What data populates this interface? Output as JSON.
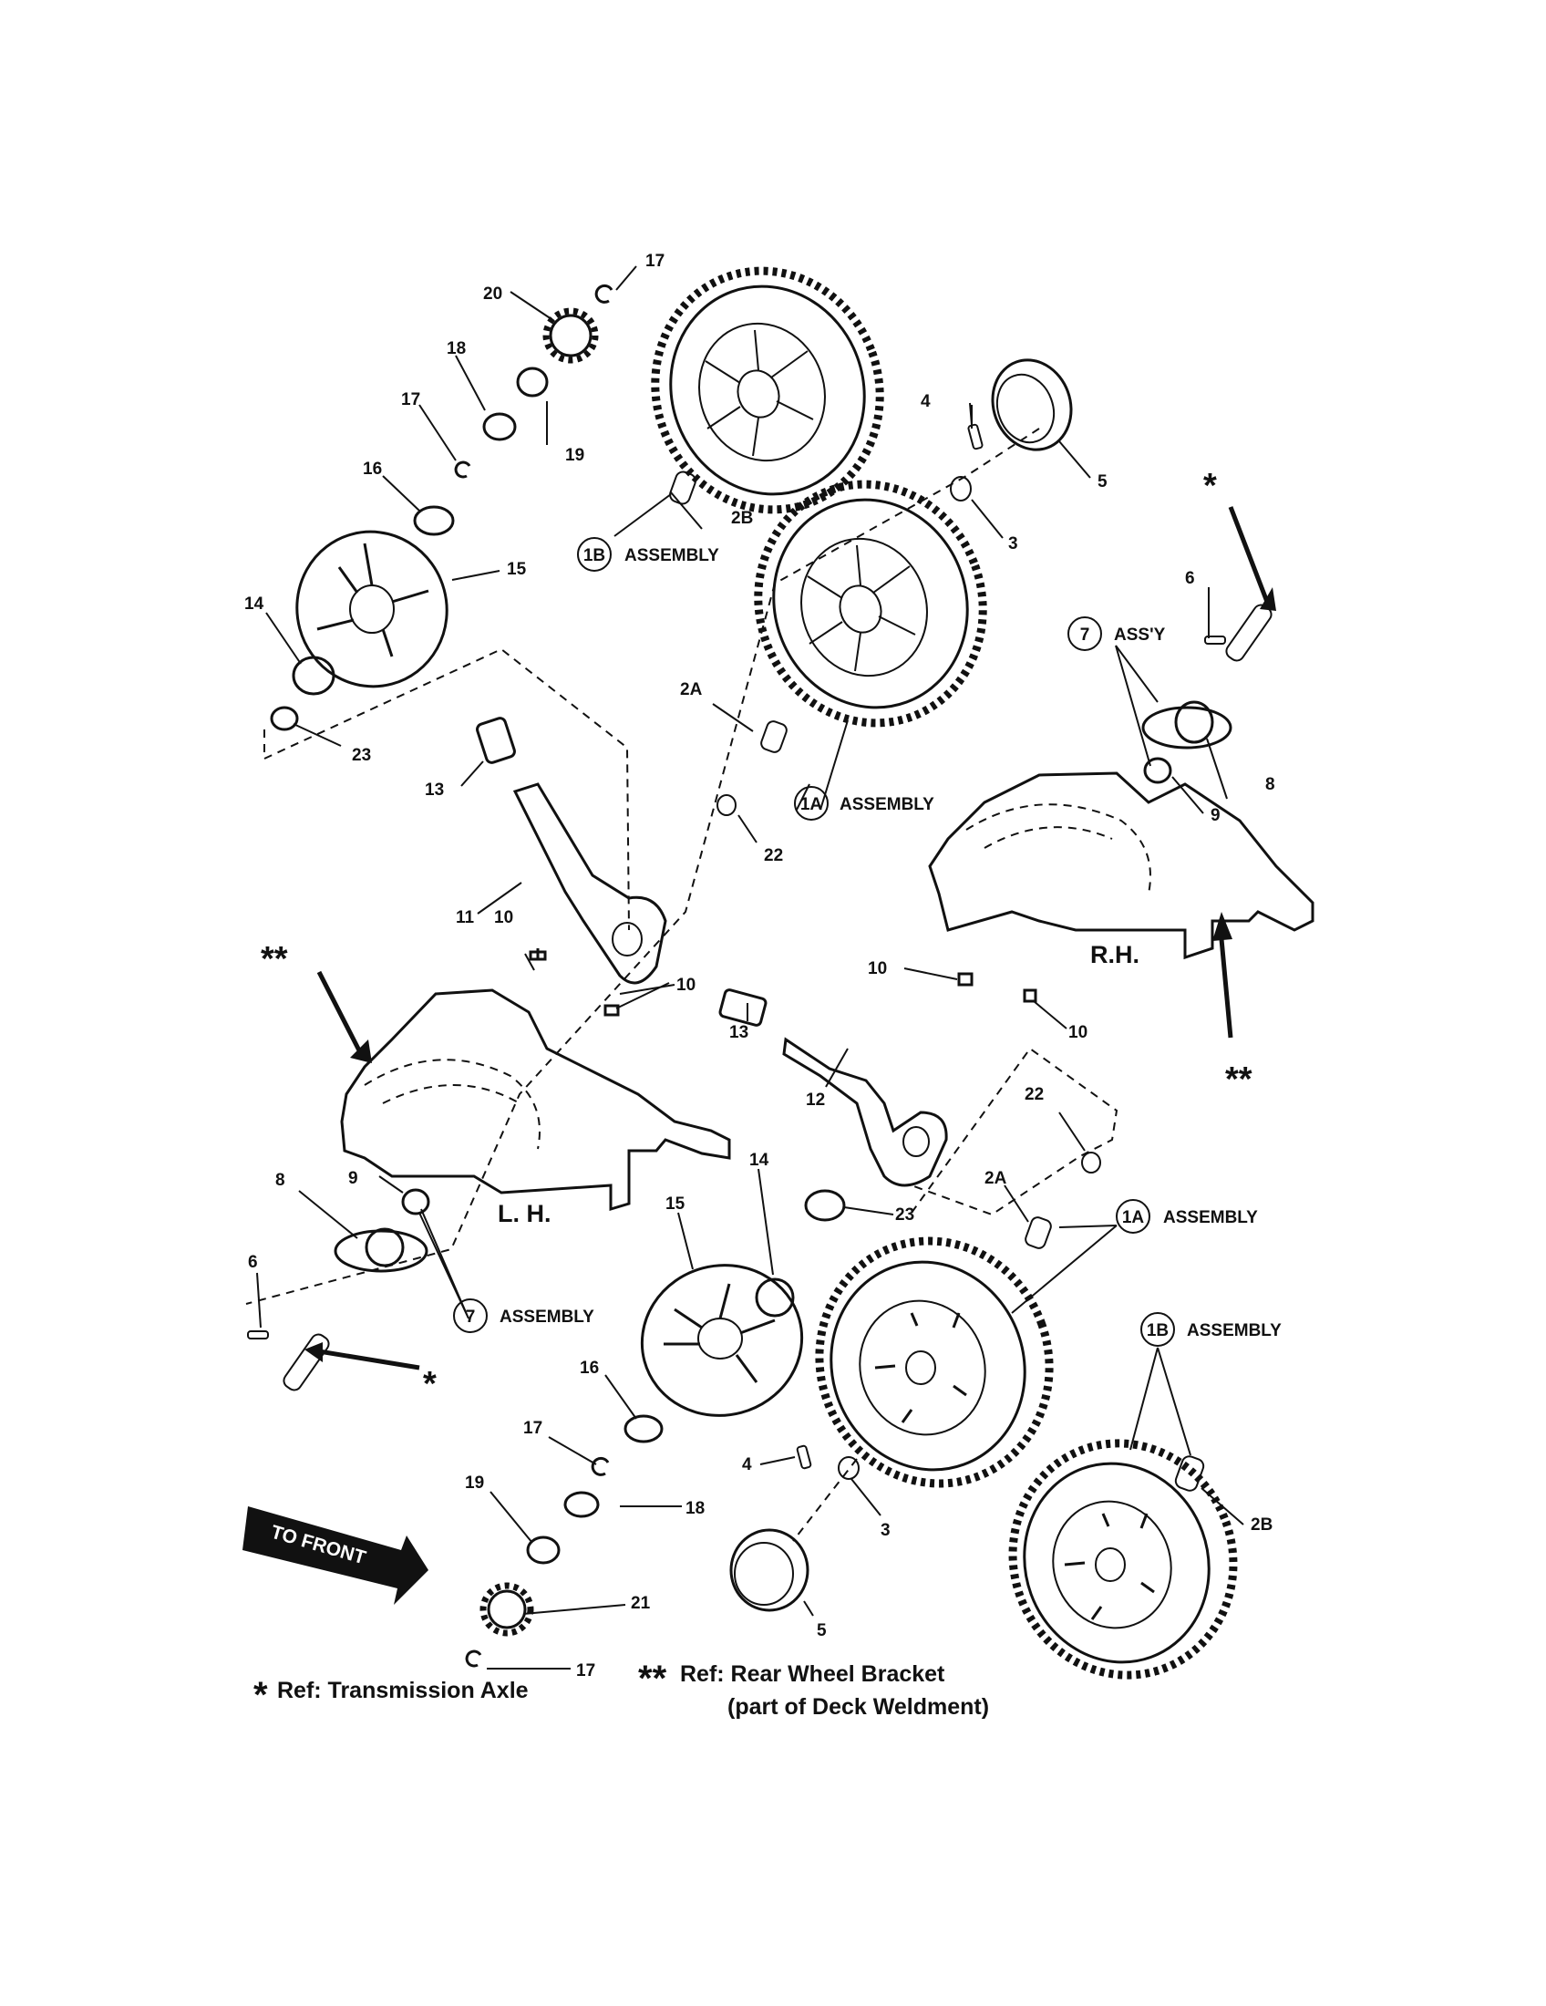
{
  "diagram": {
    "labels": {
      "l17a": "17",
      "l20": "20",
      "l18a": "18",
      "l17b": "17",
      "l19a": "19",
      "l16a": "16",
      "l15a": "15",
      "l14a": "14",
      "l23a": "23",
      "l13a": "13",
      "l11": "11",
      "l10a": "10",
      "l10b": "10",
      "l22a": "22",
      "l2Aa": "2A",
      "l2Ba": "2B",
      "l4a": "4",
      "l5a": "5",
      "l3a": "3",
      "l6a": "6",
      "l8a": "8",
      "l9a": "9",
      "l10c": "10",
      "l10d": "10",
      "l13b": "13",
      "l12": "12",
      "l23b": "23",
      "l22b": "22",
      "l2Ab": "2A",
      "l14b": "14",
      "l15b": "15",
      "l9b": "9",
      "l8b": "8",
      "l6b": "6",
      "l16b": "16",
      "l17c": "17",
      "l19b": "19",
      "l18b": "18",
      "l21": "21",
      "l17d": "17",
      "l4b": "4",
      "l3b": "3",
      "l5b": "5",
      "l2Bb": "2B"
    },
    "callouts": {
      "c1B_top": "1B",
      "c1A_top": "1A",
      "c7_right": "7",
      "c7_left": "7",
      "c1A_bottom": "1A",
      "c1B_bottom": "1B"
    },
    "callout_texts": {
      "assembly_1B_top": "ASSEMBLY",
      "assembly_1A_top": "ASSEMBLY",
      "assy_7_right": "ASS'Y",
      "assembly_7_left": "ASSEMBLY",
      "assembly_1A_bottom": "ASSEMBLY",
      "assembly_1B_bottom": "ASSEMBLY"
    },
    "side_labels": {
      "rh": "R.H.",
      "lh": "L. H."
    },
    "markers": {
      "star_top": "*",
      "star_bottom": "*",
      "dstar_left": "**",
      "dstar_right": "**"
    },
    "to_front": "TO FRONT",
    "footnotes": {
      "star_mark": "*",
      "star_text": "Ref: Transmission Axle",
      "dstar_mark": "**",
      "dstar_text": "Ref: Rear Wheel Bracket",
      "dstar_sub": "(part of Deck Weldment)"
    }
  }
}
